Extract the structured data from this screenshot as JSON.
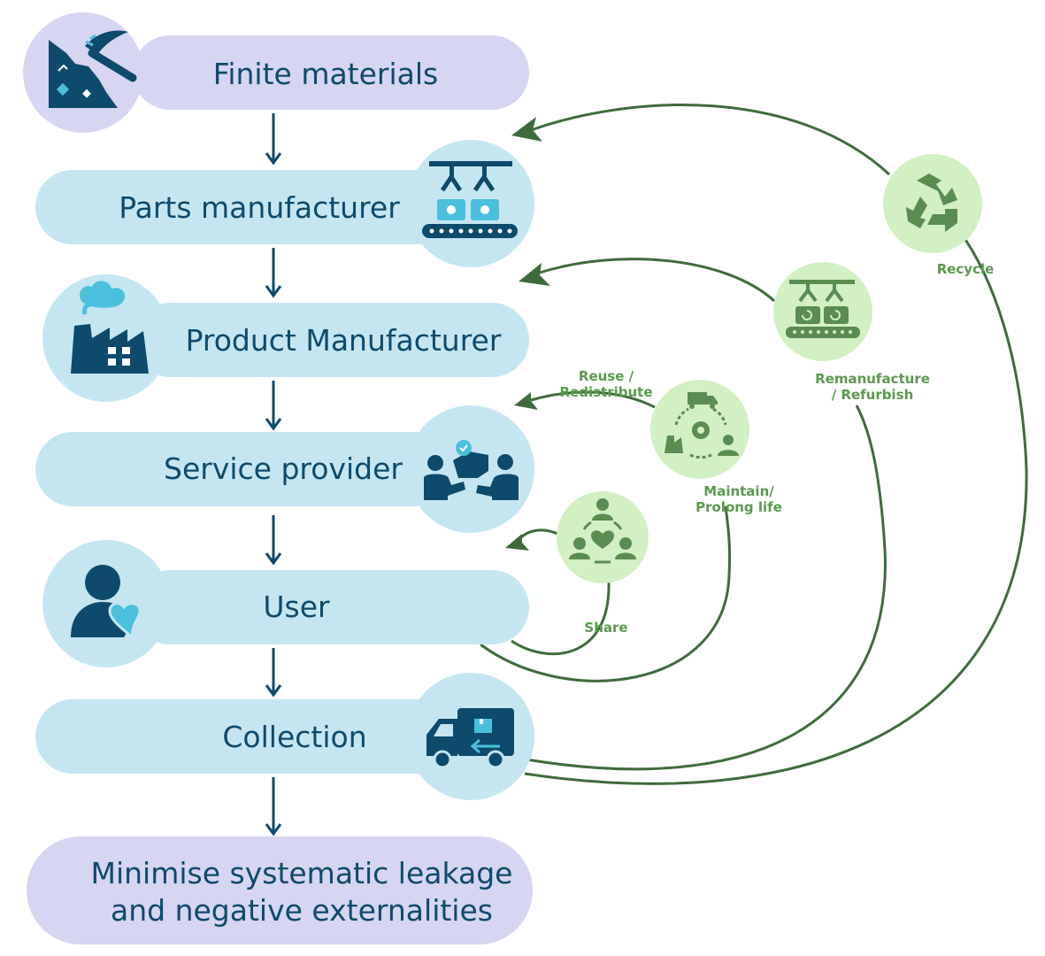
{
  "colors": {
    "lavender": "#d6d5f2",
    "light_blue": "#c5e6f1",
    "navy": "#0e4a6b",
    "accent_blue": "#4bc0dd",
    "green_circle": "#d3efc4",
    "green_icon": "#5b8c52",
    "green_line": "#3f6b3c",
    "green_text": "#5a9a4e"
  },
  "stages": [
    {
      "id": "finite",
      "label": "Finite materials",
      "icon": "pickaxe-mining-icon"
    },
    {
      "id": "parts",
      "label": "Parts manufacturer",
      "icon": "robotic-arm-conveyor-icon"
    },
    {
      "id": "product",
      "label": "Product Manufacturer",
      "icon": "factory-icon"
    },
    {
      "id": "service",
      "label": "Service provider",
      "icon": "handshake-icon"
    },
    {
      "id": "user",
      "label": "User",
      "icon": "user-heart-icon"
    },
    {
      "id": "collection",
      "label": "Collection",
      "icon": "delivery-truck-icon"
    },
    {
      "id": "minimise",
      "label_lines": [
        "Minimise systematic leakage",
        "and negative externalities"
      ]
    }
  ],
  "loops": [
    {
      "id": "share",
      "label_lines": [
        "Share"
      ],
      "icon": "community-heart-icon"
    },
    {
      "id": "maintain",
      "label_lines": [
        "Maintain/",
        "Prolong life"
      ],
      "icon": "maintenance-cycle-icon"
    },
    {
      "id": "reuse",
      "label_lines": [
        "Reuse /",
        "Redistribute"
      ]
    },
    {
      "id": "remanufacture",
      "label_lines": [
        "Remanufacture",
        "/ Refurbish"
      ],
      "icon": "remanufacture-conveyor-icon"
    },
    {
      "id": "recycle",
      "label_lines": [
        "Recycle"
      ],
      "icon": "recycle-icon"
    }
  ]
}
